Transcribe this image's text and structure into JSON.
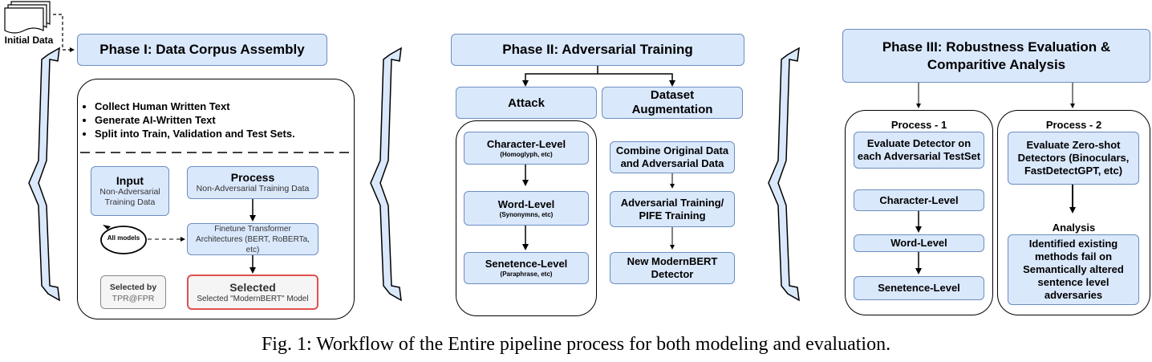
{
  "initial_data": "Initial Data",
  "phase1": {
    "title": "Phase I: Data Corpus Assembly",
    "bullets": [
      "Collect Human Written Text",
      "Generate AI-Written Text",
      "Split into Train, Validation and Test Sets."
    ],
    "input_title": "Input",
    "input_sub": "Non-Adversarial Training Data",
    "process_title": "Process",
    "process_sub": "Non-Adversarial Training Data",
    "all_models": "All models",
    "finetune": "Finetune Transformer Architectures (BERT, RoBERTa, etc)",
    "selected_by_title": "Selected by",
    "selected_by_sub": "TPR@FPR",
    "selected_title": "Selected",
    "selected_sub": "Selected \"ModernBERT\" Model"
  },
  "phase2": {
    "title": "Phase II: Adversarial Training",
    "attack": "Attack",
    "augmentation": "Dataset Augmentation",
    "char_title": "Character-Level",
    "char_sub": "(Homoglyph, etc)",
    "word_title": "Word-Level",
    "word_sub": "(Synonymns, etc)",
    "sent_title": "Senetence-Level",
    "sent_sub": "(Paraphrase, etc)",
    "combine": "Combine Original Data and Adversarial Data",
    "adv_training": "Adversarial Training/ PIFE Training",
    "new_detector": "New ModernBERT Detector"
  },
  "phase3": {
    "title": "Phase III: Robustness Evaluation & Comparitive Analysis",
    "process1": "Process - 1",
    "process2": "Process - 2",
    "eval_detector": "Evaluate Detector on each Adversarial TestSet",
    "char": "Character-Level",
    "word": "Word-Level",
    "sent": "Senetence-Level",
    "eval_zero": "Evaluate Zero-shot Detectors (Binoculars, FastDetectGPT, etc)",
    "analysis": "Analysis",
    "identified": "Identified existing methods fail on Semantically altered sentence level adversaries"
  },
  "caption": "Fig. 1: Workflow of the Entire pipeline process for both modeling and evaluation.",
  "colors": {
    "box_fill": "#dae8fc",
    "box_stroke": "#6c8ebf",
    "selected_stroke": "#e0504e",
    "gray_fill": "#f5f5f5"
  }
}
